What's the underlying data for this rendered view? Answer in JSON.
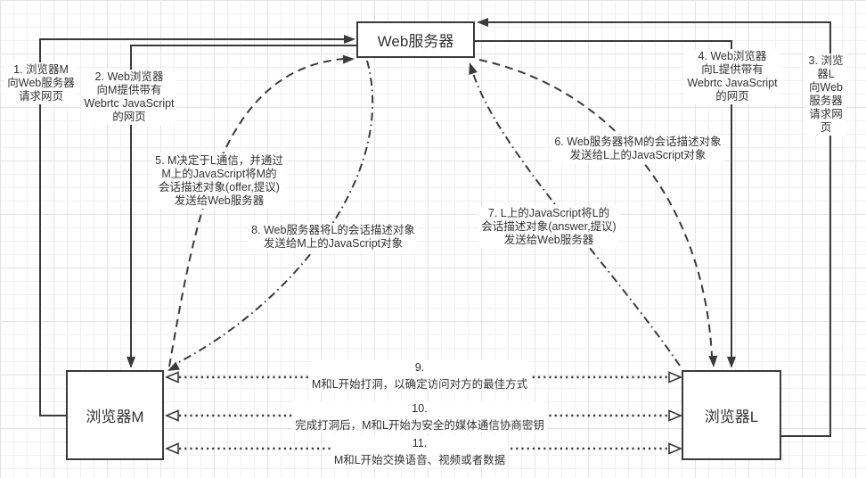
{
  "boxes": {
    "web_server": "Web服务器",
    "browser_m": "浏览器M",
    "browser_l": "浏览器L"
  },
  "annotations": {
    "step1": "1. 浏览器M\n向Web服务器\n请求网页",
    "step2": "2. Web浏览器\n向M提供带有\nWebrtc JavaScript\n的网页",
    "step3": "3. 浏览器L\n向Web服务器\n请求网页",
    "step4": "4. Web浏览器\n向L提供带有\nWebrtc JavaScript\n的网页",
    "step5": "5. M决定于L通信，并通过\nM上的JavaScript将M的\n会话描述对象(offer,提议)\n发送给Web服务器",
    "step6": "6. Web服务器将M的会话描述对象\n发送给L上的JavaScript对象",
    "step7": "7. L上的JavaScript将L的\n会话描述对象(answer,提议)\n发送给Web服务器",
    "step8": "8. Web服务器将L的会话描述对象\n发送给M上的JavaScript对象",
    "step9_number": "9.",
    "step9_caption": "M和L开始打洞，以确定访问对方的最佳方式",
    "step10_number": "10.",
    "step10_caption": "完成打洞后，M和L开始为安全的媒体通信协商密钥",
    "step11_number": "11.",
    "step11_caption": "M和L开始交换语音、视频或者数据"
  },
  "colors": {
    "line": "#3a3a3a",
    "text": "#333333",
    "box_border": "#3a3a3a",
    "box_fill": "#ffffff",
    "grid_minor": "#f1f1f1",
    "grid_major": "#e4e4e4",
    "background": "#ffffff"
  }
}
